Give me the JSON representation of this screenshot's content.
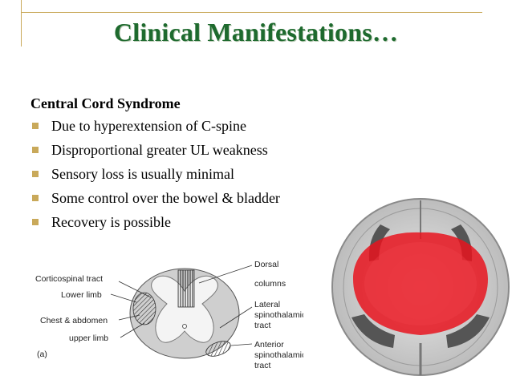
{
  "slide": {
    "title": "Clinical Manifestations…",
    "subtitle": "Central Cord Syndrome",
    "bullets": [
      "Due to hyperextension of C-spine",
      "Disproportional greater UL weakness",
      "Sensory loss is usually minimal",
      "Some control over the bowel & bladder",
      "Recovery is possible"
    ]
  },
  "diagram": {
    "labels": {
      "corticospinal": "Corticospinal tract",
      "lower_limb": "Lower limb",
      "chest_abdomen": "Chest & abdomen",
      "upper_limb": "upper limb",
      "panel": "(a)",
      "dorsal1": "Dorsal",
      "dorsal2": "columns",
      "lateral1": "Lateral",
      "lateral2": "spinothalamic",
      "lateral3": "tract",
      "anterior1": "Anterior",
      "anterior2": "spinothalamic",
      "anterior3": "tract"
    }
  },
  "colors": {
    "title": "#1e6a2e",
    "accent": "#c9a95a",
    "lesion": "#e8141e"
  }
}
